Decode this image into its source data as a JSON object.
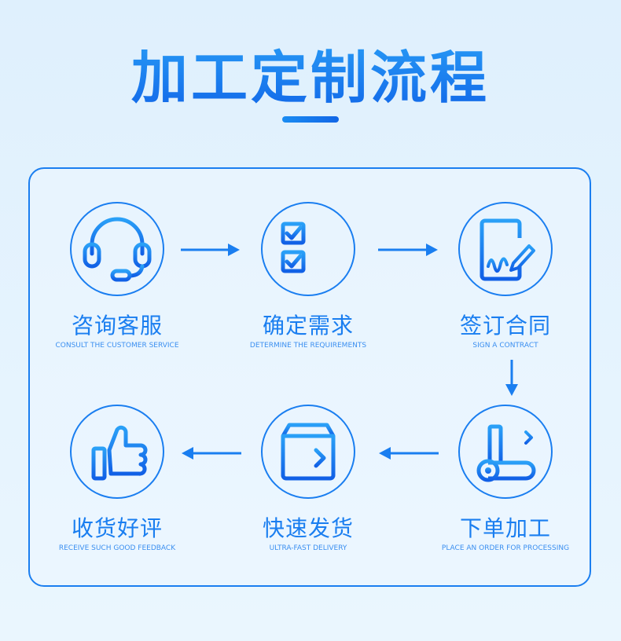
{
  "page": {
    "title": "加工定制流程"
  },
  "steps": [
    {
      "cn": "咨询客服",
      "en": "CONSULT THE CUSTOMER SERVICE",
      "icon": "headset-icon"
    },
    {
      "cn": "确定需求",
      "en": "DETERMINE THE REQUIREMENTS",
      "icon": "checklist-icon"
    },
    {
      "cn": "签订合同",
      "en": "SIGN A CONTRACT",
      "icon": "contract-sign-icon"
    },
    {
      "cn": "下单加工",
      "en": "PLACE AN ORDER FOR PROCESSING",
      "icon": "processing-machine-icon"
    },
    {
      "cn": "快速发货",
      "en": "ULTRA-FAST DELIVERY",
      "icon": "delivery-box-icon"
    },
    {
      "cn": "收货好评",
      "en": "RECEIVE SUCH GOOD FEEDBACK",
      "icon": "thumbs-up-icon"
    }
  ],
  "colors": {
    "accent": "#1a7ef0",
    "accent_dark": "#1266e6",
    "background": "#e3f2fd"
  }
}
